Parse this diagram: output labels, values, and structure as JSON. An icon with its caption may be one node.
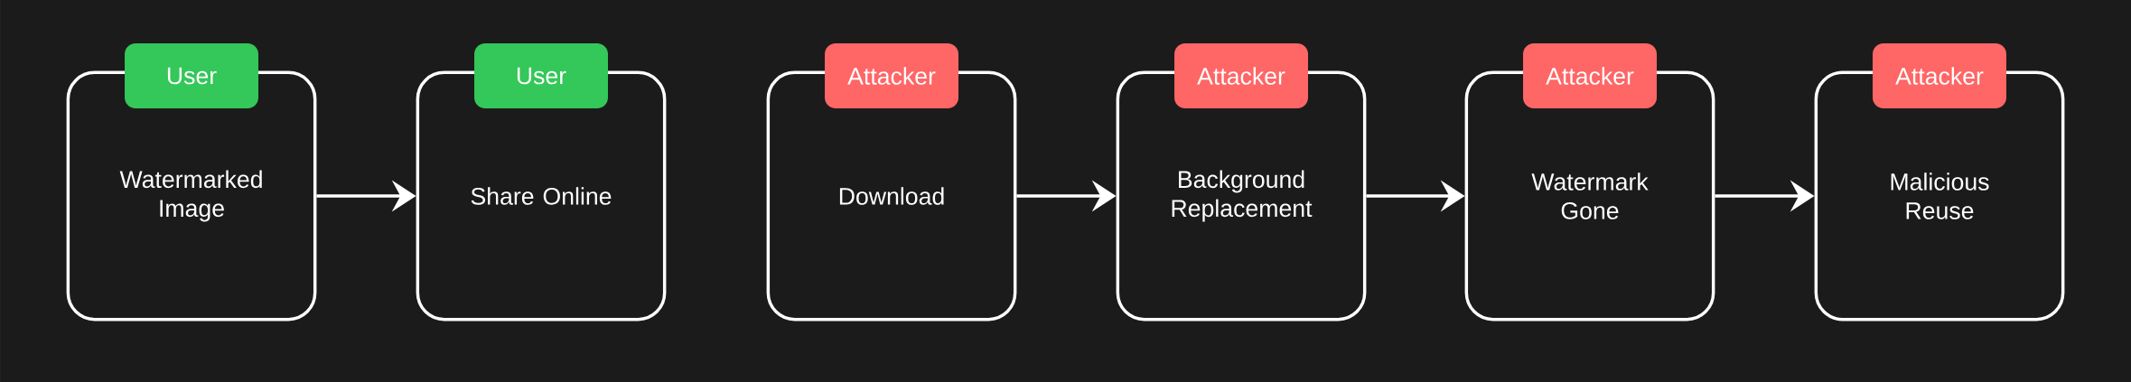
{
  "diagram": {
    "nodes": [
      {
        "text": [
          "Watermarked Image"
        ]
      },
      {
        "text": [
          "User"
        ]
      },
      {
        "text": [
          "Share Online"
        ]
      },
      {
        "text": [
          "User"
        ]
      },
      {
        "text": [
          "Download"
        ]
      },
      {
        "text": [
          "Attacker"
        ]
      },
      {
        "text": [
          "Background Replacement"
        ]
      },
      {
        "text": [
          "Attacker"
        ]
      },
      {
        "text": [
          "Watermark Gone"
        ]
      },
      {
        "text": [
          "Attacker"
        ]
      },
      {
        "text": [
          "Malicious Reuse"
        ]
      },
      {
        "text": [
          "Attacker"
        ]
      }
    ],
    "edges": [
      {
        "from": 0,
        "to": 2,
        "arrow": "to"
      },
      {
        "from": 4,
        "to": 6,
        "arrow": "to"
      },
      {
        "from": 6,
        "to": 8,
        "arrow": "to"
      },
      {
        "from": 8,
        "to": 10,
        "arrow": "to"
      }
    ]
  }
}
